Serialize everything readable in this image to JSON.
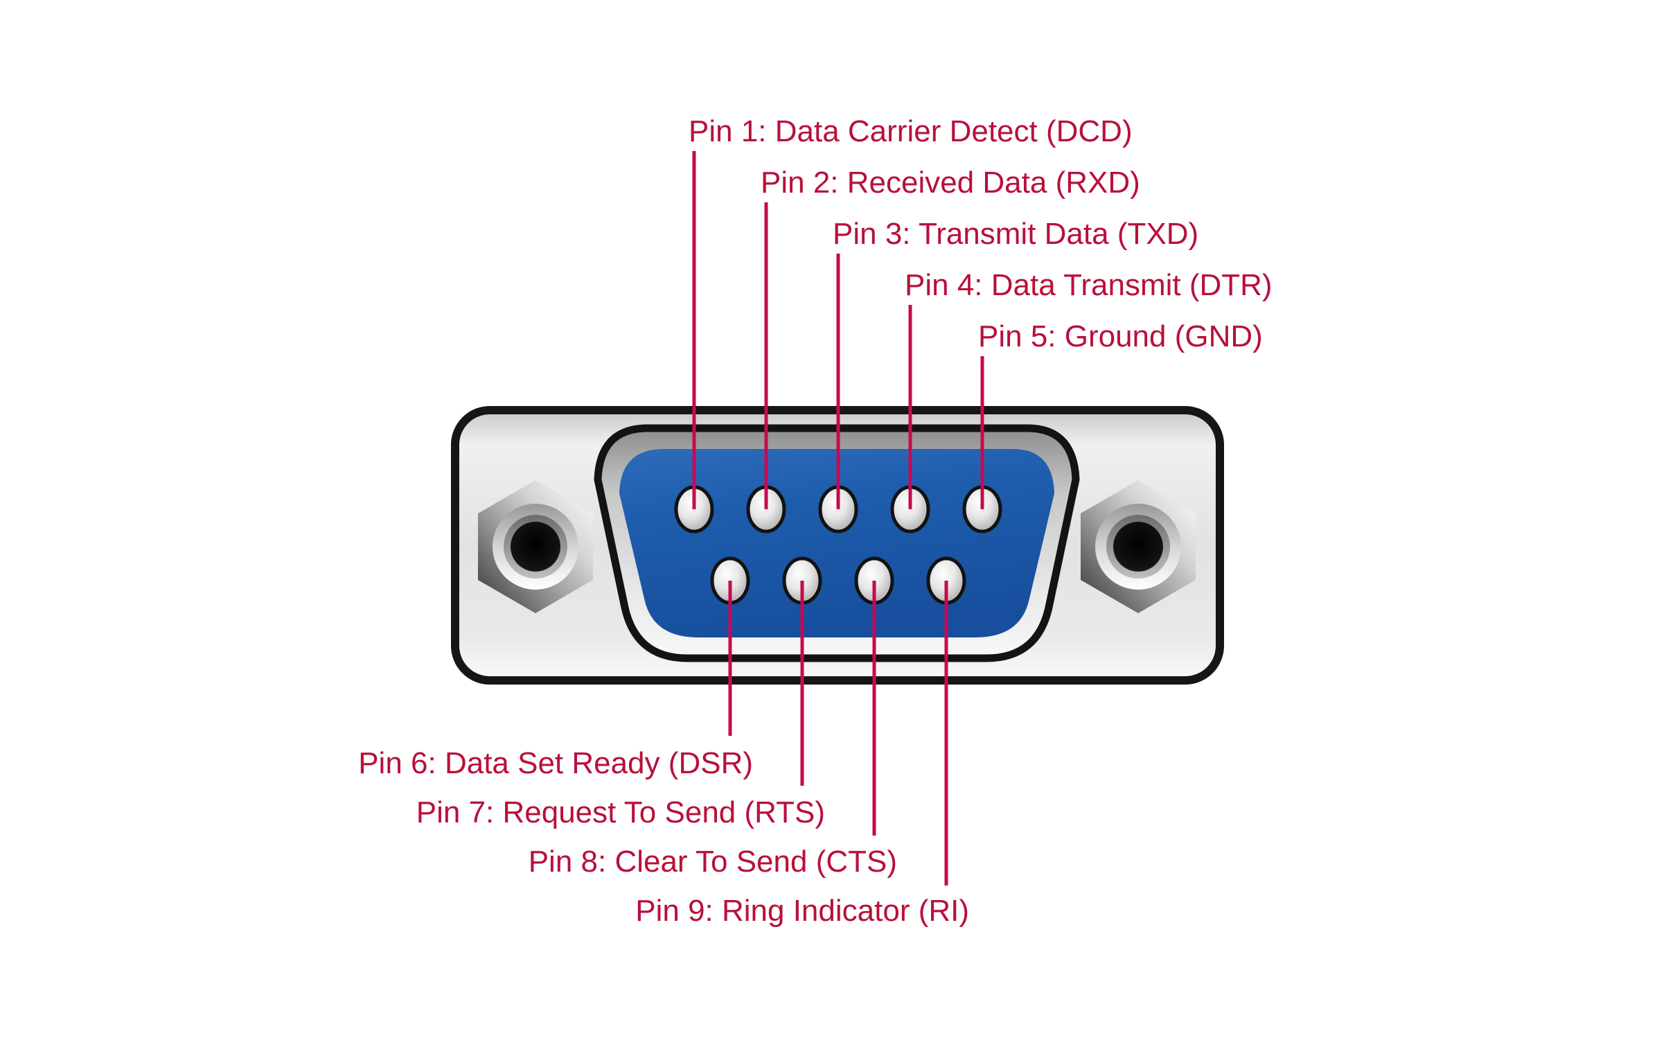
{
  "diagram": {
    "kind": "DB9 serial connector pinout",
    "colors": {
      "label_text": "#b8103a",
      "leader_line": "#c60a52",
      "connector_blue": "#1e5dad",
      "body_gray": "#e6e6e6",
      "outline_black": "#161616",
      "pin_silver": "#d9d9d9",
      "background": "#ffffff"
    },
    "layout": {
      "top_row_pins": [
        1,
        2,
        3,
        4,
        5
      ],
      "bottom_row_pins": [
        6,
        7,
        8,
        9
      ]
    }
  },
  "pins": [
    {
      "number": 1,
      "name": "Data Carrier Detect",
      "abbr": "DCD",
      "label": "Pin 1: Data Carrier Detect (DCD)"
    },
    {
      "number": 2,
      "name": "Received Data",
      "abbr": "RXD",
      "label": "Pin 2: Received Data (RXD)"
    },
    {
      "number": 3,
      "name": "Transmit Data",
      "abbr": "TXD",
      "label": "Pin 3: Transmit Data (TXD)"
    },
    {
      "number": 4,
      "name": "Data Transmit",
      "abbr": "DTR",
      "label": "Pin 4: Data Transmit (DTR)"
    },
    {
      "number": 5,
      "name": "Ground",
      "abbr": "GND",
      "label": "Pin 5: Ground (GND)"
    },
    {
      "number": 6,
      "name": "Data Set Ready",
      "abbr": "DSR",
      "label": "Pin 6: Data Set Ready (DSR)"
    },
    {
      "number": 7,
      "name": "Request To Send",
      "abbr": "RTS",
      "label": "Pin 7: Request To Send (RTS)"
    },
    {
      "number": 8,
      "name": "Clear To Send",
      "abbr": "CTS",
      "label": "Pin 8: Clear To Send (CTS)"
    },
    {
      "number": 9,
      "name": "Ring Indicator",
      "abbr": "RI",
      "label": "Pin 9: Ring Indicator (RI)"
    }
  ]
}
